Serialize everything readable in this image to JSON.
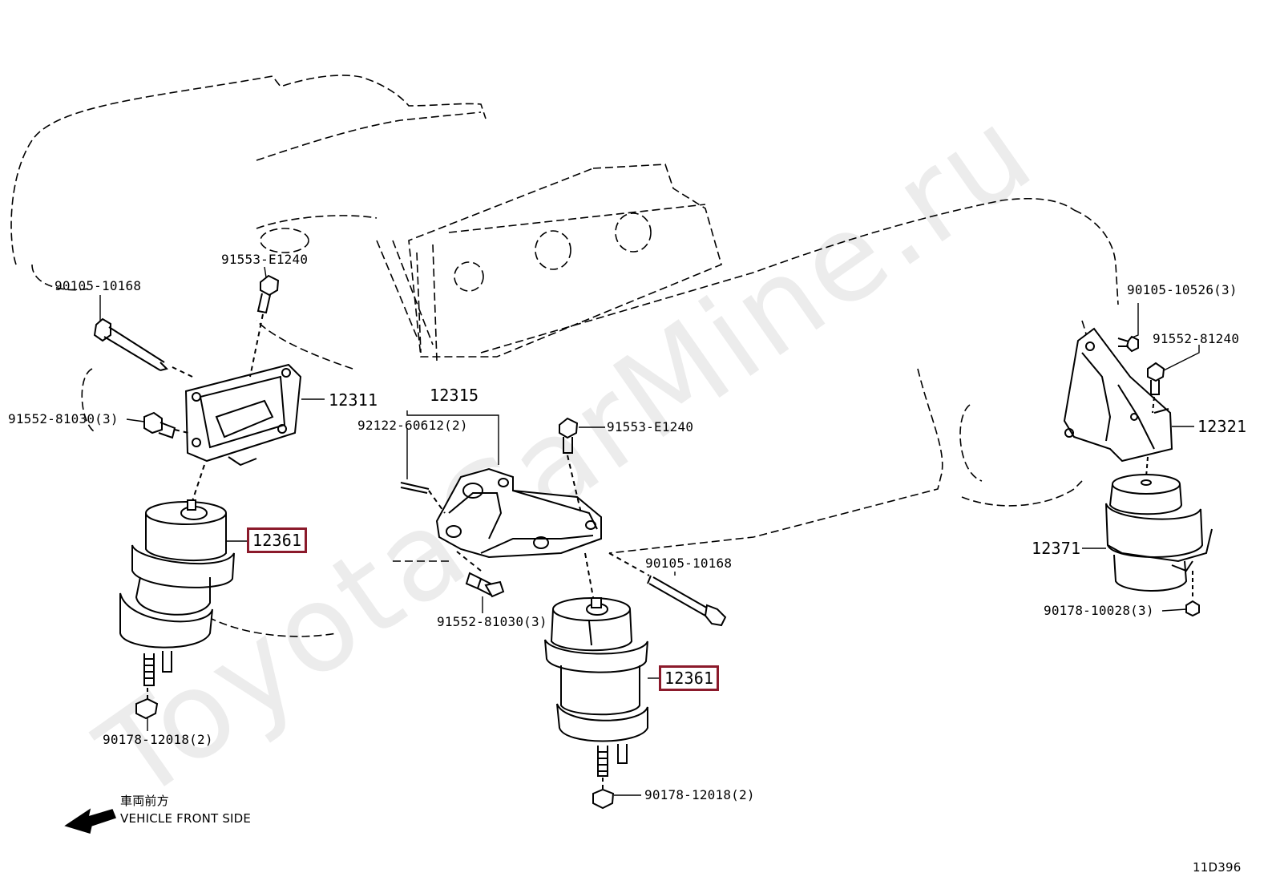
{
  "watermark": "ToyotaCarMine.ru",
  "labels": {
    "p_90105_10168_left": "90105-10168",
    "p_91553_E1240_top": "91553-E1240",
    "p_91552_81030_left": "91552-81030(3)",
    "p_12311": "12311",
    "p_12361_left": "12361",
    "p_90178_12018_left": "90178-12018(2)",
    "p_12315": "12315",
    "p_92122_60612": "92122-60612(2)",
    "p_91553_E1240_mid": "91553-E1240",
    "p_91552_81030_mid": "91552-81030(3)",
    "p_90105_10168_mid": "90105-10168",
    "p_12361_mid": "12361",
    "p_90178_12018_mid": "90178-12018(2)",
    "p_90105_10526": "90105-10526(3)",
    "p_91552_81240": "91552-81240",
    "p_12321": "12321",
    "p_12371": "12371",
    "p_90178_10028": "90178-10028(3)"
  },
  "direction": {
    "jp": "車両前方",
    "en": "VEHICLE FRONT SIDE"
  },
  "figure_code": "11D396",
  "colors": {
    "highlight": "#8b1a2b",
    "line": "#000000",
    "watermark": "#ececec"
  }
}
